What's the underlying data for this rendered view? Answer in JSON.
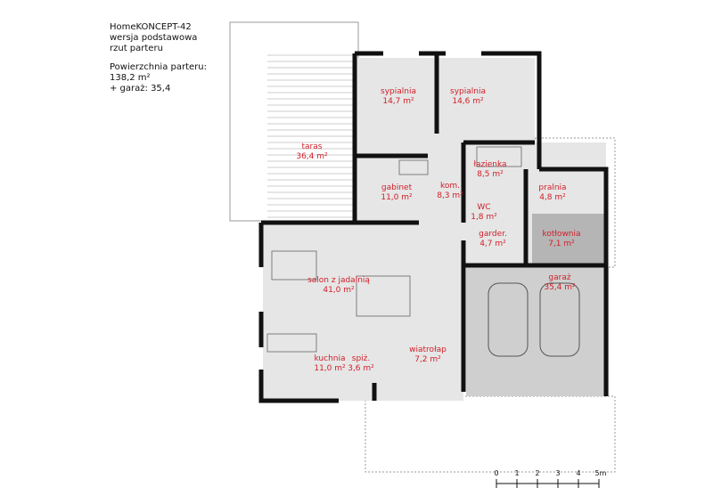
{
  "info": {
    "title": "HomeKONCEPT-42",
    "variant": "wersja podstawowa",
    "plan": "rzut parteru",
    "area_label": "Powierzchnia parteru:",
    "area_value": "138,2 m²",
    "garage": "+ garaż: 35,4"
  },
  "rooms": [
    {
      "name": "taras",
      "area": "36,4 m²"
    },
    {
      "name": "sypialnia",
      "area": "14,7 m²"
    },
    {
      "name": "sypialnia",
      "area": "14,6 m²"
    },
    {
      "name": "gabinet",
      "area": "11,0 m²"
    },
    {
      "name": "kom.",
      "area": "8,3 m²"
    },
    {
      "name": "łazienka",
      "area": "8,5 m²"
    },
    {
      "name": "pralnia",
      "area": "4,8 m²"
    },
    {
      "name": "WC",
      "area": "1,8 m²"
    },
    {
      "name": "garder.",
      "area": "4,7 m²"
    },
    {
      "name": "kotłownia",
      "area": "7,1 m²"
    },
    {
      "name": "salon z jadalnią",
      "area": "41,0 m²"
    },
    {
      "name": "garaż",
      "area": "35,4 m²"
    },
    {
      "name": "kuchnia",
      "area": "11,0 m²"
    },
    {
      "name": "spiż.",
      "area": "3,6 m²"
    },
    {
      "name": "wiatrołap",
      "area": "7,2 m²"
    }
  ],
  "scale": [
    "0",
    "1",
    "2",
    "3",
    "4",
    "5m"
  ],
  "colors": {
    "label": "#d0202a",
    "wall": "#111111",
    "floor": "#e6e6e6",
    "garage": "#cfcfcf",
    "boiler": "#b5b5b5"
  }
}
